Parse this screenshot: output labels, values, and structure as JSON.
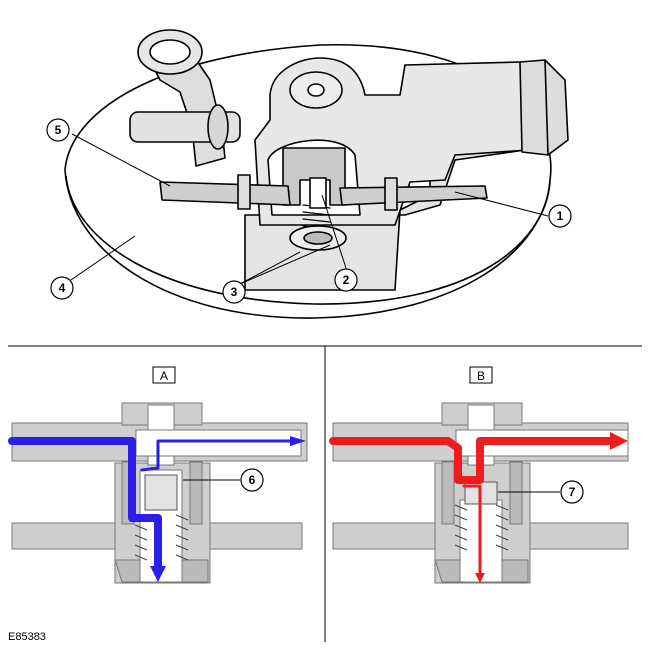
{
  "figure": {
    "reference": "E85383",
    "top_callouts": [
      "1",
      "2",
      "3",
      "4",
      "5"
    ],
    "panel_a": {
      "label": "A",
      "callout": "6"
    },
    "panel_b": {
      "label": "B",
      "callout": "7"
    }
  },
  "colors": {
    "flow_a": "#2b1ee6",
    "flow_b": "#ee1c1c",
    "part_fill": "#cfcfcf",
    "outline": "#000000"
  }
}
